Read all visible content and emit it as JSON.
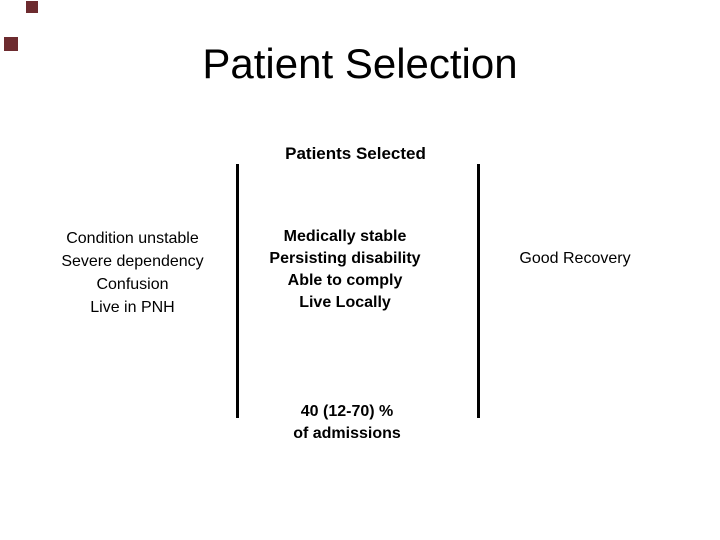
{
  "slide": {
    "title": "Patient Selection",
    "colors": {
      "background": "#ffffff",
      "text": "#000000",
      "divider": "#000000",
      "decor_square": "#6d2b2f"
    },
    "diagram": {
      "header": "Patients Selected",
      "excluded": {
        "lines": [
          "Condition unstable",
          "Severe dependency",
          "Confusion",
          "Live in PNH"
        ]
      },
      "selected": {
        "lines": [
          "Medically stable",
          "Persisting disability",
          "Able to comply",
          "Live Locally"
        ]
      },
      "outcome": "Good Recovery",
      "stats": {
        "line1": "40 (12-70) %",
        "line2": "of admissions"
      }
    }
  }
}
